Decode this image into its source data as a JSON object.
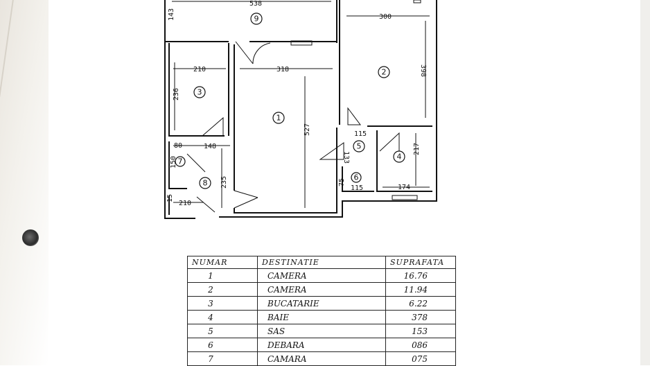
{
  "plan": {
    "dimensions": {
      "room9_width": "538",
      "room9_height": "143",
      "room2_width": "300",
      "room2_height": "398",
      "room3_width": "210",
      "room3_height": "236",
      "room1_width": "318",
      "room1_height": "527",
      "sas_width": "115",
      "sas_height": "133",
      "room4_height": "217",
      "room4_width": "174",
      "cam_width": "148",
      "cam_height": "150",
      "hall_height": "235",
      "small_a": "80",
      "small_b": "75",
      "storage_width": "115",
      "entry_width": "210",
      "entry_height": "15"
    },
    "room_numbers": [
      "1",
      "2",
      "3",
      "4",
      "5",
      "6",
      "7",
      "8",
      "9"
    ]
  },
  "table": {
    "headers": {
      "numar": "NUMAR",
      "destinatie": "DESTINATIE",
      "suprafata": "SUPRAFATA"
    },
    "rows": [
      {
        "numar": "1",
        "destinatie": "CAMERA",
        "suprafata": "16.76"
      },
      {
        "numar": "2",
        "destinatie": "CAMERA",
        "suprafata": "11.94"
      },
      {
        "numar": "3",
        "destinatie": "BUCATARIE",
        "suprafata": "6.22"
      },
      {
        "numar": "4",
        "destinatie": "BAIE",
        "suprafata": "378"
      },
      {
        "numar": "5",
        "destinatie": "SAS",
        "suprafata": "153"
      },
      {
        "numar": "6",
        "destinatie": "DEBARA",
        "suprafata": "086"
      },
      {
        "numar": "7",
        "destinatie": "CAMARA",
        "suprafata": "075"
      }
    ]
  }
}
